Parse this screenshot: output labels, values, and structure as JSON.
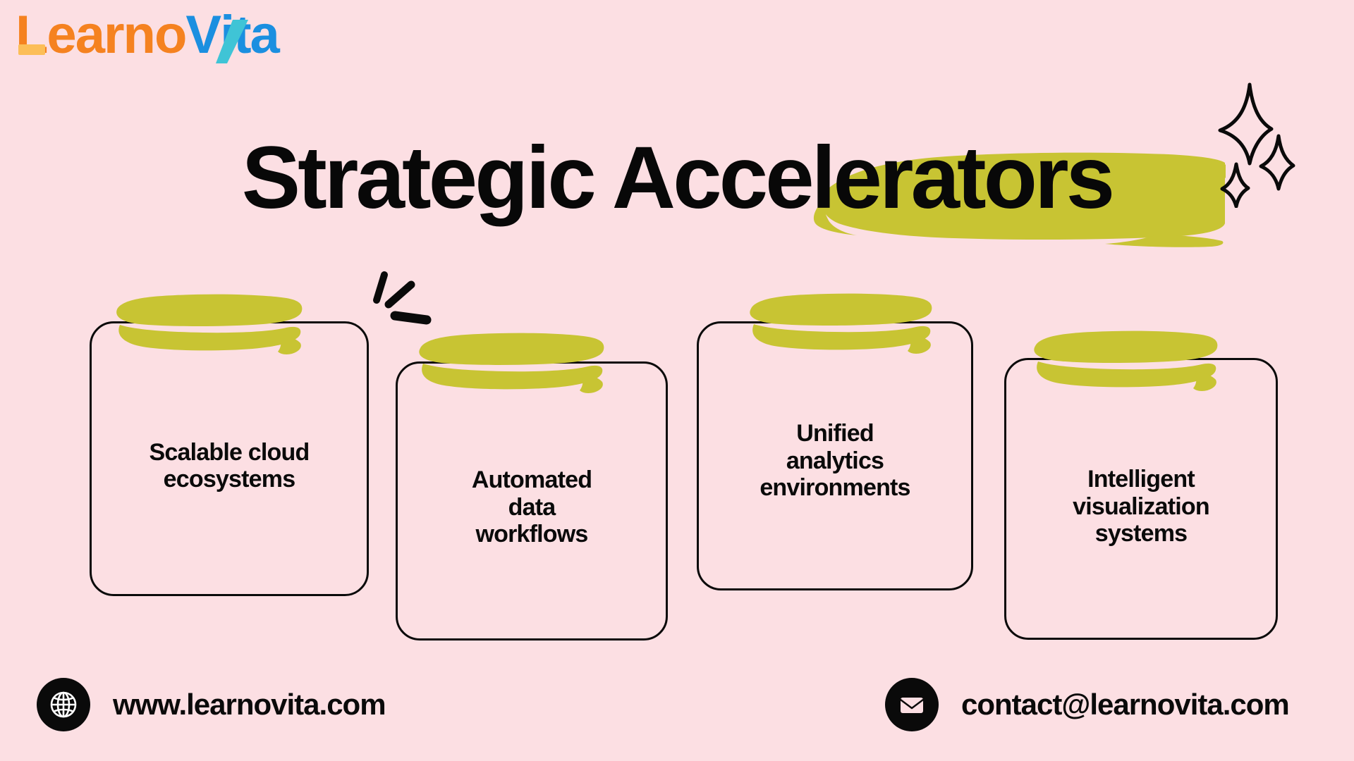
{
  "page": {
    "background_color": "#fcdfe3",
    "accent_color": "#c8c433",
    "text_color": "#0a0a0a"
  },
  "logo": {
    "part_learno": "Learno",
    "part_v_left": "V",
    "part_ita": "ita",
    "full_text": "LearnoVita",
    "color_orange": "#f58220",
    "color_orange_light": "#fcbe58",
    "color_blue": "#1b8fe0",
    "color_teal": "#3fc4d6"
  },
  "header": {
    "title": "Strategic Accelerators",
    "highlight_color": "#c8c433"
  },
  "decorations": {
    "sparkles": "sparkle-cluster-icon",
    "emphasis_marks": "emphasis-strokes-icon"
  },
  "cards": [
    {
      "label": "Scalable cloud\necosystems",
      "brush": "brush-stroke-icon"
    },
    {
      "label": "Automated\ndata\nworkflows",
      "brush": "brush-stroke-icon"
    },
    {
      "label": "Unified\nanalytics\nenvironments",
      "brush": "brush-stroke-icon"
    },
    {
      "label": "Intelligent\nvisualization\nsystems",
      "brush": "brush-stroke-icon"
    }
  ],
  "footer": {
    "website": {
      "icon": "globe-icon",
      "text": "www.learnovita.com"
    },
    "email": {
      "icon": "envelope-icon",
      "text": "contact@learnovita.com"
    }
  }
}
